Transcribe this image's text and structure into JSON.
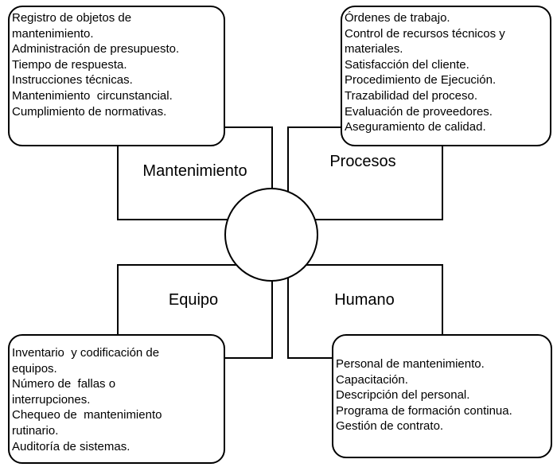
{
  "center": {
    "label": ""
  },
  "quadrants": [
    {
      "id": "mantenimiento",
      "title": "Mantenimiento",
      "items": [
        "Registro de objetos de",
        "mantenimiento.",
        "Administración de presupuesto.",
        "Tiempo de respuesta.",
        "Instrucciones técnicas.",
        "Mantenimiento  circunstancial.",
        "Cumplimiento de normativas."
      ]
    },
    {
      "id": "procesos",
      "title": "Procesos",
      "items": [
        "Órdenes de trabajo.",
        "Control de recursos técnicos y",
        "materiales.",
        "Satisfacción del cliente.",
        "Procedimiento de Ejecución.",
        "Trazabilidad del proceso.",
        "Evaluación de proveedores.",
        "Aseguramiento de calidad."
      ]
    },
    {
      "id": "equipo",
      "title": "Equipo",
      "items": [
        "Inventario  y codificación de",
        "equipos.",
        "Número de  fallas o",
        "interrupciones.",
        "Chequeo de  mantenimiento",
        "rutinario.",
        "Auditoría de sistemas."
      ]
    },
    {
      "id": "humano",
      "title": "Humano",
      "items": [
        "Personal de mantenimiento.",
        "Capacitación.",
        "Descripción del personal.",
        "Programa de formación continua.",
        "Gestión de contrato."
      ]
    }
  ]
}
